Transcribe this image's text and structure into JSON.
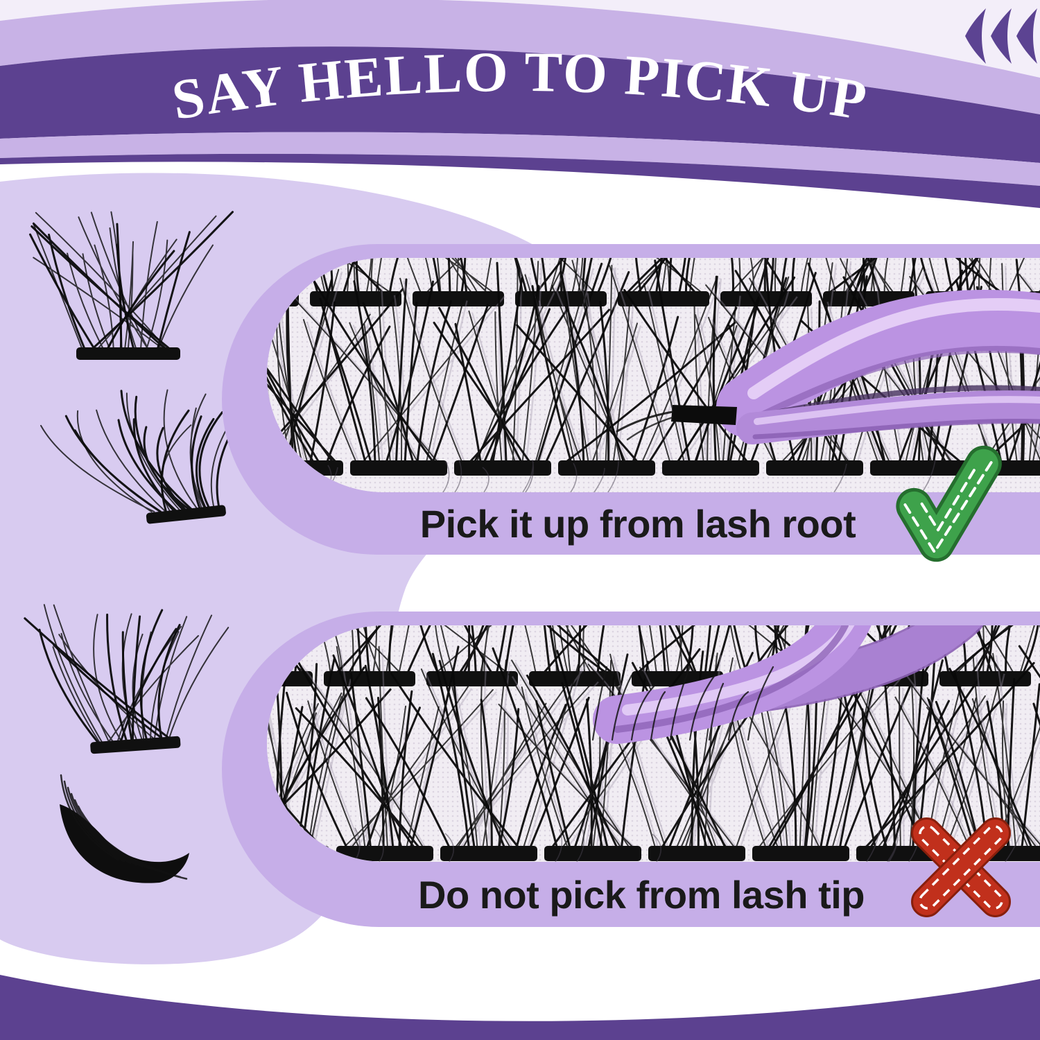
{
  "poster": {
    "banner": {
      "title": "SAY HELLO TO PICK UP",
      "corner_icon": "rewind-chevrons"
    },
    "panels": [
      {
        "caption": "Pick it up from lash root",
        "icon": "check",
        "meaning": "correct"
      },
      {
        "caption": "Do not pick from lash tip",
        "icon": "cross",
        "meaning": "incorrect"
      }
    ],
    "left_column": {
      "items": [
        "lash-cluster-fan",
        "lash-cluster-swoosh",
        "lash-cluster-fan-wide",
        "lash-cluster-crescent"
      ]
    },
    "colors": {
      "dark_purple": "#5c4190",
      "light_purple_arc": "#c8b2e6",
      "panel_lavender": "#c6aee8",
      "blob_lavender": "#d8cbf0",
      "page_top_pale": "#f3eef9",
      "check_green": "#3ea24b",
      "cross_red": "#c1301c",
      "tweezer_lilac": "#bb93e2",
      "caption_text": "#1a1a1a"
    }
  }
}
